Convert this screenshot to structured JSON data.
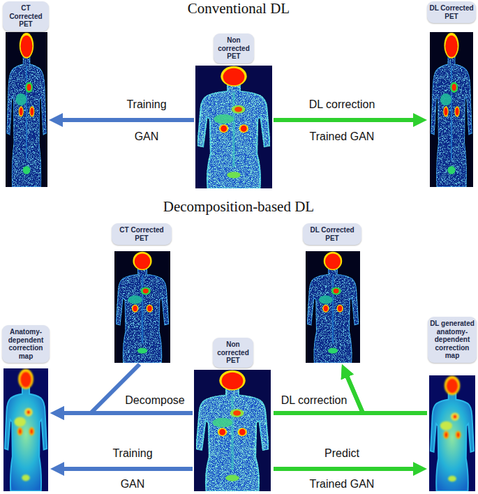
{
  "diagram": {
    "title": "Conventional DL",
    "nodes": [
      {
        "text": [
          "CT Corrected PET"
        ]
      },
      {
        "text": [
          "Non corrected PET"
        ]
      },
      {
        "text": [
          "DL Corrected PET"
        ]
      },
      {
        "text": [
          "CT Corrected PET"
        ]
      },
      {
        "text": [
          "DL Corrected PET"
        ]
      },
      {
        "text": [
          "Anatomy-dependent correction map"
        ]
      },
      {
        "text": [
          "Non corrected PET"
        ]
      },
      {
        "text": [
          "DL generated anatomy-dependent correction map"
        ]
      }
    ],
    "edges": [
      {
        "from": 1,
        "to": 0,
        "label": "Training",
        "arrow": "to"
      },
      {
        "from": 1,
        "to": 2,
        "label": "DL correction",
        "arrow": "to"
      },
      {
        "from": 6,
        "to": 5,
        "label": "Decompose",
        "arrow": "to"
      },
      {
        "from": 3,
        "to": 5,
        "arrow": "to"
      },
      {
        "from": 6,
        "to": 5,
        "label": "Training",
        "arrow": "to"
      },
      {
        "from": 6,
        "to": 7,
        "label": "Predict",
        "arrow": "to"
      },
      {
        "from": 6,
        "to": 4,
        "label": "DL correction",
        "arrow": "to"
      },
      {
        "from": 7,
        "to": 4,
        "arrow": "to"
      }
    ],
    "labels": [
      "GAN",
      "Trained GAN",
      "Decomposition-based DL",
      "GAN",
      "Trained GAN"
    ]
  }
}
